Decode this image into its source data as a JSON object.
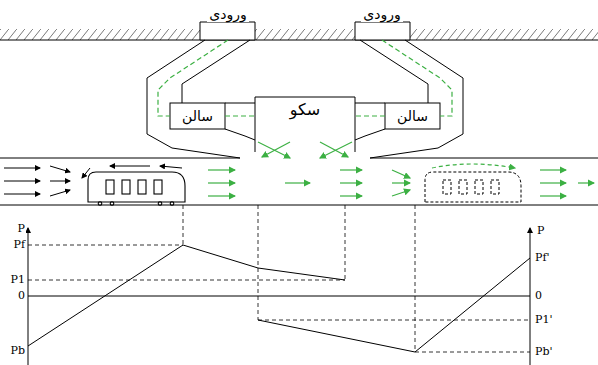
{
  "diagram": {
    "nodes": [
      {
        "text": [
          "ورودی"
        ]
      },
      {
        "text": [
          "ورودی"
        ]
      },
      {
        "text": [
          "سالن"
        ]
      },
      {
        "text": [
          "سکو"
        ]
      },
      {
        "text": [
          "سالن"
        ]
      }
    ],
    "edges": [
      {
        "from": 0,
        "to": 2,
        "arrow": "none"
      },
      {
        "from": 2,
        "to": 3,
        "arrow": "none"
      },
      {
        "from": 1,
        "to": 4,
        "arrow": "none"
      },
      {
        "from": 4,
        "to": 3,
        "arrow": "none"
      }
    ],
    "labels": [
      "P",
      "Pf",
      "P1",
      "0",
      "Pb",
      "P",
      "Pf'",
      "0",
      "P1'",
      "Pb'"
    ]
  }
}
